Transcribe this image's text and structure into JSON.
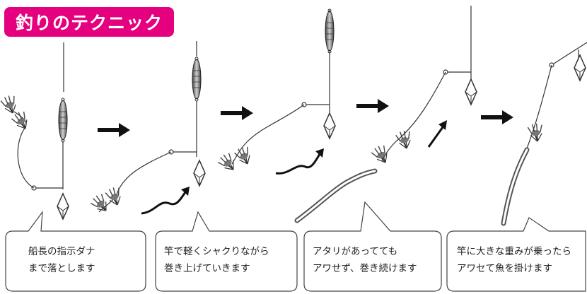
{
  "title": "釣りのテクニック",
  "colors": {
    "title_bg": "#e4007f",
    "title_text": "#ffffff",
    "line": "#333333"
  },
  "steps": [
    {
      "lines": [
        "船長の指示ダナ",
        "まで落とします"
      ]
    },
    {
      "lines": [
        "竿で軽くシャクりながら",
        "巻き上げていきます"
      ]
    },
    {
      "lines": [
        "アタリがあってても",
        "アワせず、巻き続けます"
      ]
    },
    {
      "lines": [
        "竿に大きな重みが乗ったら",
        "アワセて魚を掛けます"
      ]
    }
  ]
}
